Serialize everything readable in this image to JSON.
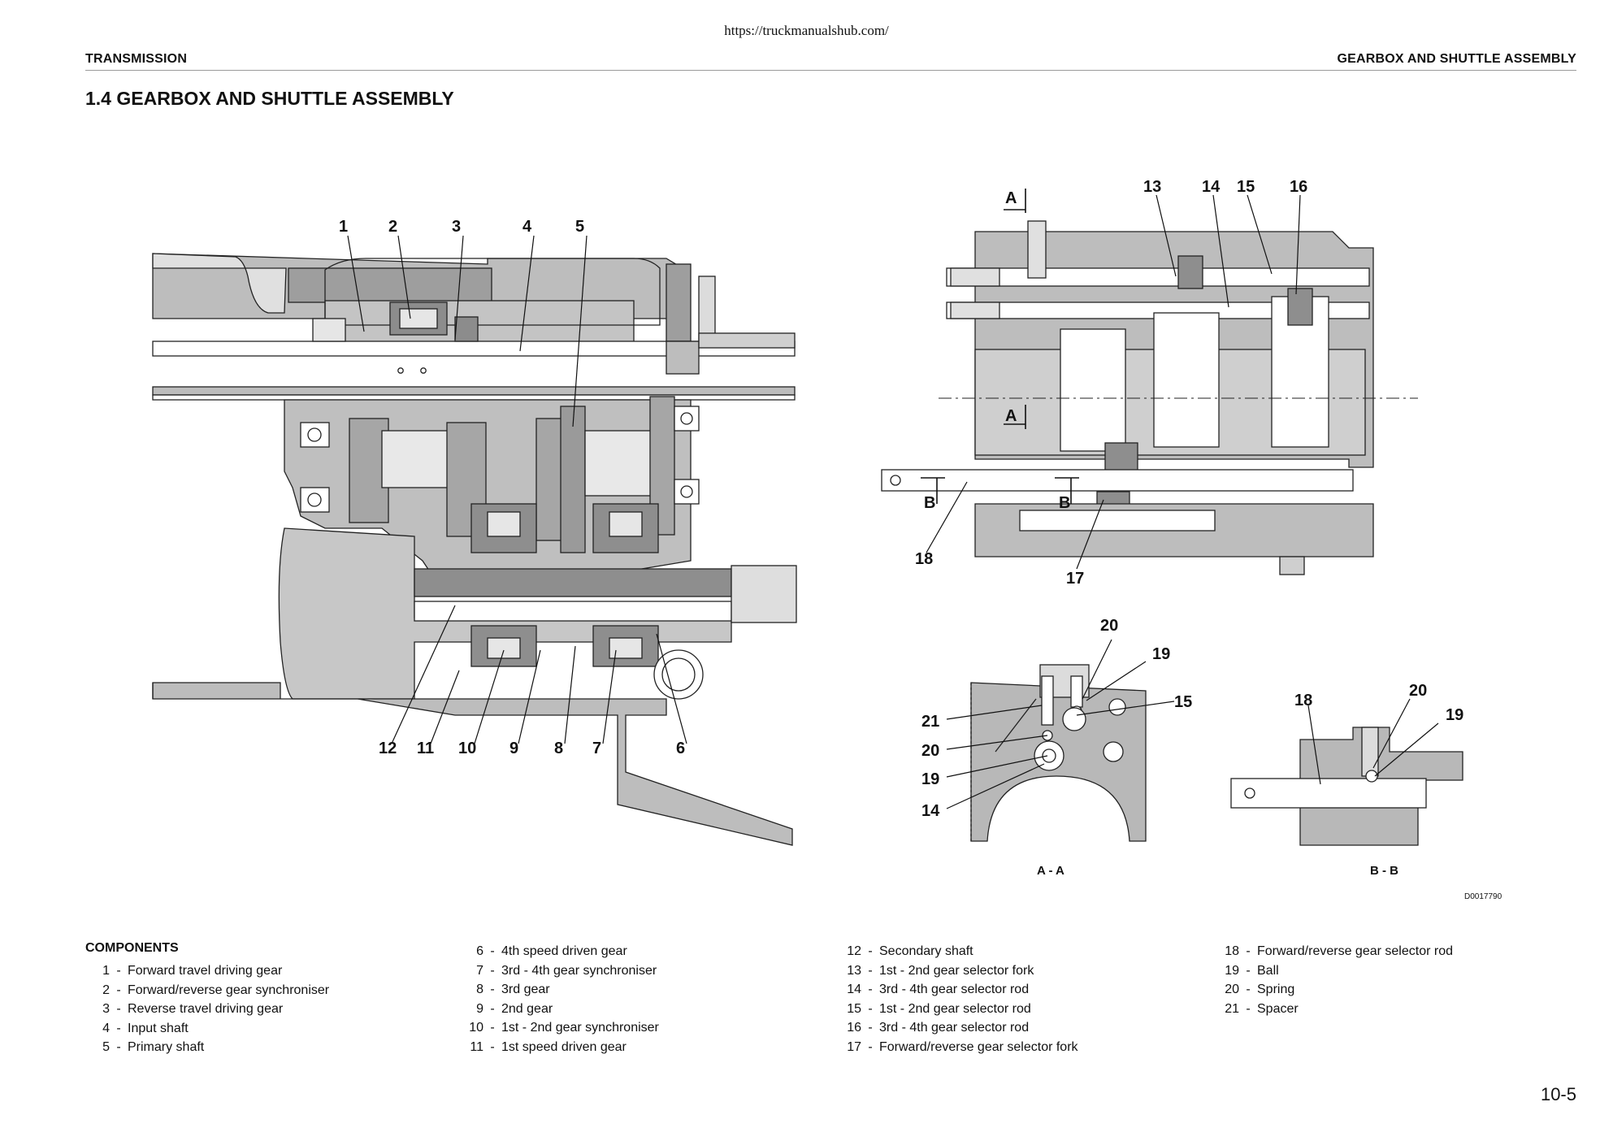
{
  "url": "https://truckmanualshub.com/",
  "header": {
    "left": "TRANSMISSION",
    "right": "GEARBOX AND SHUTTLE ASSEMBLY"
  },
  "title": "1.4 GEARBOX AND SHUTTLE ASSEMBLY",
  "figure": {
    "callouts": [
      "1",
      "2",
      "3",
      "4",
      "5",
      "6",
      "7",
      "8",
      "9",
      "10",
      "11",
      "12",
      "13",
      "14",
      "15",
      "16",
      "17",
      "18",
      "19",
      "20",
      "21"
    ],
    "section_markers": [
      "A",
      "B"
    ],
    "section_names": [
      "A - A",
      "B - B"
    ],
    "code": "D0017790"
  },
  "components": {
    "heading": "COMPONENTS",
    "items": [
      {
        "num": "1",
        "label": "Forward travel driving gear"
      },
      {
        "num": "2",
        "label": "Forward/reverse gear synchroniser"
      },
      {
        "num": "3",
        "label": "Reverse travel driving gear"
      },
      {
        "num": "4",
        "label": "Input shaft"
      },
      {
        "num": "5",
        "label": "Primary shaft"
      },
      {
        "num": "6",
        "label": "4th speed driven gear"
      },
      {
        "num": "7",
        "label": "3rd - 4th gear synchroniser"
      },
      {
        "num": "8",
        "label": "3rd gear"
      },
      {
        "num": "9",
        "label": "2nd gear"
      },
      {
        "num": "10",
        "label": "1st - 2nd gear synchroniser"
      },
      {
        "num": "11",
        "label": "1st speed driven gear"
      },
      {
        "num": "12",
        "label": "Secondary shaft"
      },
      {
        "num": "13",
        "label": "1st - 2nd gear selector fork"
      },
      {
        "num": "14",
        "label": "3rd - 4th gear selector rod"
      },
      {
        "num": "15",
        "label": "1st - 2nd gear selector rod"
      },
      {
        "num": "16",
        "label": "3rd - 4th gear selector rod"
      },
      {
        "num": "17",
        "label": "Forward/reverse gear selector fork"
      },
      {
        "num": "18",
        "label": "Forward/reverse gear selector rod"
      },
      {
        "num": "19",
        "label": "Ball"
      },
      {
        "num": "20",
        "label": "Spring"
      },
      {
        "num": "21",
        "label": "Spacer"
      }
    ]
  },
  "page_number": "10-5"
}
